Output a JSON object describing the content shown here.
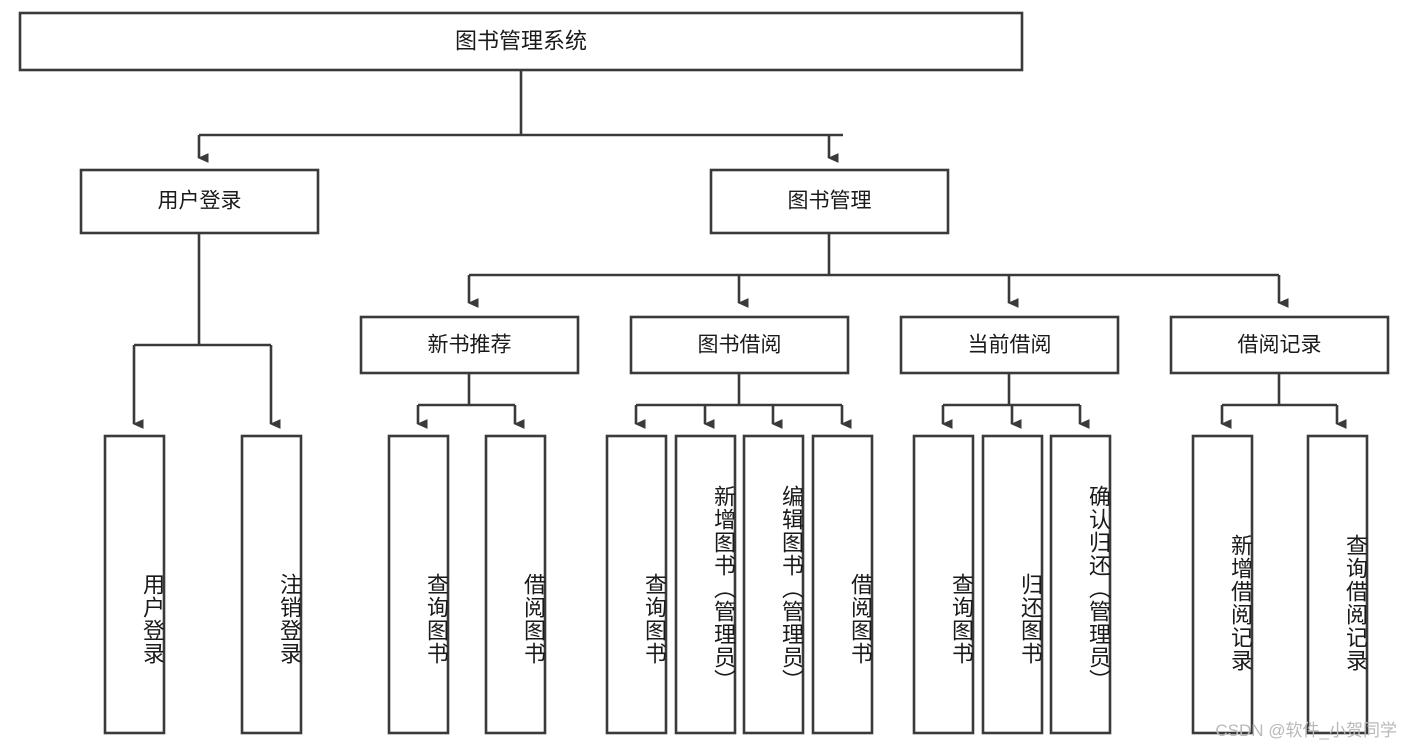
{
  "diagram": {
    "type": "tree-hierarchy-chart",
    "title": "图书管理系统",
    "orientation": "top-down",
    "colors": {
      "box_stroke": "#3a3a3a",
      "box_fill": "#ffffff",
      "connector": "#3a3a3a",
      "text": "#1a1a1a",
      "watermark": "#b9b9b9",
      "background": "#ffffff"
    },
    "root": {
      "id": "root",
      "label": "图书管理系统"
    },
    "level2": [
      {
        "id": "user-login",
        "label": "用户登录"
      },
      {
        "id": "book-manage",
        "label": "图书管理"
      }
    ],
    "level3": [
      {
        "id": "new-book-recommend",
        "label": "新书推荐",
        "parent": "book-manage"
      },
      {
        "id": "book-borrow",
        "label": "图书借阅",
        "parent": "book-manage"
      },
      {
        "id": "current-borrow",
        "label": "当前借阅",
        "parent": "book-manage"
      },
      {
        "id": "borrow-record",
        "label": "借阅记录",
        "parent": "book-manage"
      }
    ],
    "leaves": [
      {
        "id": "leaf-user-login",
        "label": "用户登录",
        "parent": "user-login"
      },
      {
        "id": "leaf-logout-login",
        "label": "注销登录",
        "parent": "user-login"
      },
      {
        "id": "leaf-query-book-1",
        "label": "查询图书",
        "parent": "new-book-recommend"
      },
      {
        "id": "leaf-borrow-book-1",
        "label": "借阅图书",
        "parent": "new-book-recommend"
      },
      {
        "id": "leaf-query-book-2",
        "label": "查询图书",
        "parent": "book-borrow"
      },
      {
        "id": "leaf-add-book",
        "label": "新增图书（管理员）",
        "parent": "book-borrow"
      },
      {
        "id": "leaf-edit-book",
        "label": "编辑图书（管理员）",
        "parent": "book-borrow"
      },
      {
        "id": "leaf-borrow-book-2",
        "label": "借阅图书",
        "parent": "book-borrow"
      },
      {
        "id": "leaf-query-book-3",
        "label": "查询图书",
        "parent": "current-borrow"
      },
      {
        "id": "leaf-return-book",
        "label": "归还图书",
        "parent": "current-borrow"
      },
      {
        "id": "leaf-confirm-return",
        "label": "确认归还（管理员）",
        "parent": "current-borrow"
      },
      {
        "id": "leaf-add-record",
        "label": "新增借阅记录",
        "parent": "borrow-record"
      },
      {
        "id": "leaf-query-record",
        "label": "查询借阅记录",
        "parent": "borrow-record"
      }
    ]
  },
  "watermark": {
    "text": "CSDN @软件_小贺同学"
  }
}
